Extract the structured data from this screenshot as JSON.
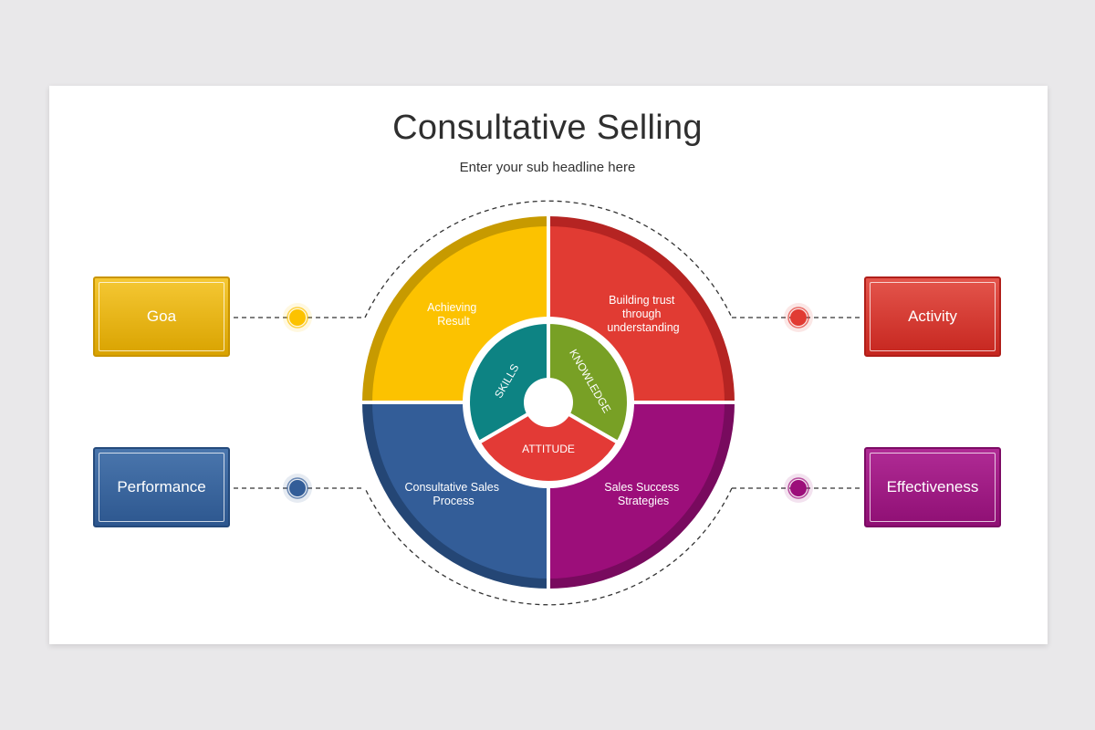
{
  "title": "Consultative Selling",
  "subtitle": "Enter your sub headline here",
  "colors": {
    "yellow": "#fcc200",
    "red": "#e13b33",
    "blue": "#335d98",
    "purple": "#9c0e7a",
    "teal": "#0d8383",
    "green": "#78a025",
    "inner_red": "#e33a36"
  },
  "boxes": {
    "goal": "Goa",
    "performance": "Performance",
    "activity": "Activity",
    "effectiveness": "Effectiveness"
  },
  "quadrants": {
    "top_left": [
      "Achieving",
      "Result"
    ],
    "top_right": [
      "Building trust",
      "through",
      "understanding"
    ],
    "bottom_left": [
      "Consultative Sales",
      "Process"
    ],
    "bottom_right": [
      "Sales Success",
      "Strategies"
    ]
  },
  "inner": {
    "skills": "SKILLS",
    "knowledge": "KNOWLEDGE",
    "attitude": "ATTITUDE"
  }
}
